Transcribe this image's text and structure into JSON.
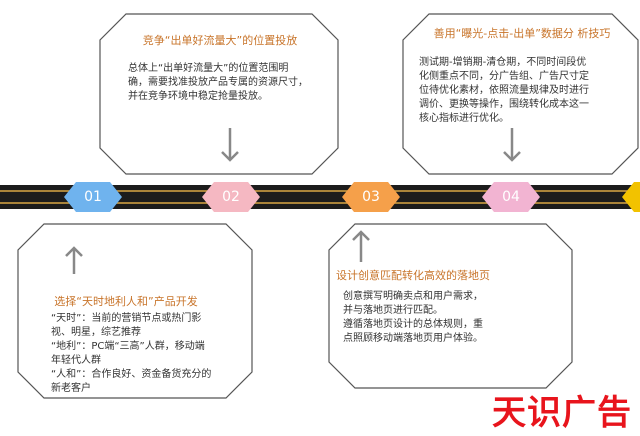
{
  "timeline": {
    "steps": [
      {
        "num": "01",
        "color": "#6fb3ee"
      },
      {
        "num": "02",
        "color": "#f5b8c2"
      },
      {
        "num": "03",
        "color": "#f5a04a"
      },
      {
        "num": "04",
        "color": "#f2b4d2"
      }
    ],
    "last_step_color": "#f2c200"
  },
  "cards": {
    "top1": {
      "title": "竞争“出单好流量大”的位置投放",
      "body": "总体上“出单好流量大”的位置范围明\n确，需要找准投放产品专属的资源尺寸，\n并在竞争环境中稳定抢量投放。"
    },
    "top2": {
      "title": "善用“曝光-点击-出单”数据分\n析技巧",
      "body": "测试期-增销期-清仓期，不同时间段优\n化侧重点不同，分广告组、广告尺寸定\n位待优化素材，依照流量规律及时进行\n调价、更换等操作，围绕转化成本这一\n核心指标进行优化。"
    },
    "bottom1": {
      "title": "选择“天时地利人和”产品开发",
      "body": "“天时”：当前的营销节点或热门影\n视、明星，综艺推荐\n“地利”：PC端“三高”人群，移动端\n年轻代人群\n“人和”：合作良好、资金备货充分的\n新老客户"
    },
    "bottom2": {
      "title": "设计创意匹配转化高效的落地页",
      "body": "创意撰写明确卖点和用户需求，\n并与落地页进行匹配。\n遵循落地页设计的总体规则，重\n点照顾移动端落地页用户体验。"
    }
  },
  "brand": {
    "text": "天识广告",
    "color": "#e8141c"
  }
}
